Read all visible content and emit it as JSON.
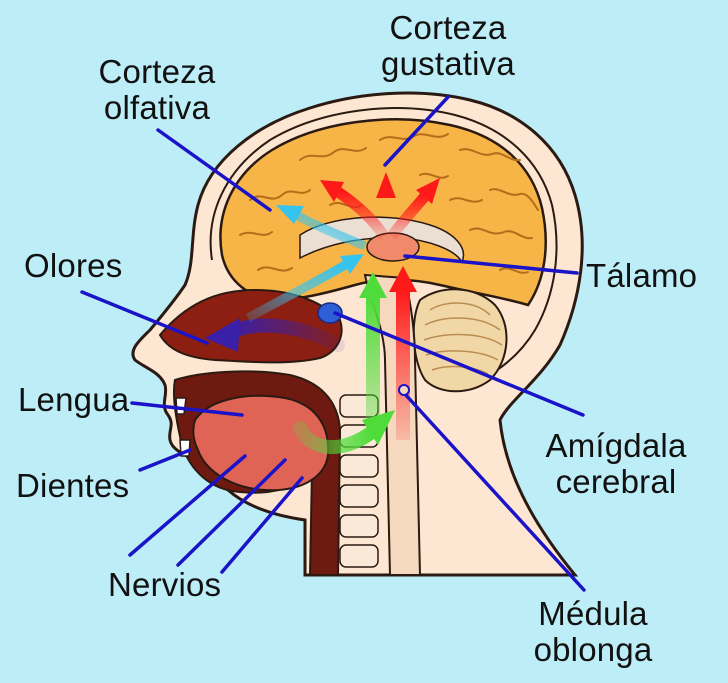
{
  "labels": {
    "corteza_gustativa": [
      "Corteza",
      "gustativa"
    ],
    "corteza_olfativa": [
      "Corteza",
      "olfativa"
    ],
    "olores": "Olores",
    "talamo": "Tálamo",
    "lengua": "Lengua",
    "dientes": "Dientes",
    "amigdala": [
      "Amígdala",
      "cerebral"
    ],
    "nervios": "Nervios",
    "medula": [
      "Médula",
      "oblonga"
    ]
  },
  "colors": {
    "background": "#bdeef8",
    "skin": "#fde7d2",
    "outline": "#2a1a12",
    "brain": "#f7b447",
    "cerebellum": "#f2d7a6",
    "cavity": "#8c1f12",
    "tongue": "#e06456",
    "pointer_lines": "#1a13c8",
    "arrow_red": "#ff1a1a",
    "arrow_blue_light": "#35c4ee",
    "arrow_green": "#4fdc3a",
    "arrow_purple": "#3a1fa8",
    "amygdala": "#2f5fd6"
  }
}
